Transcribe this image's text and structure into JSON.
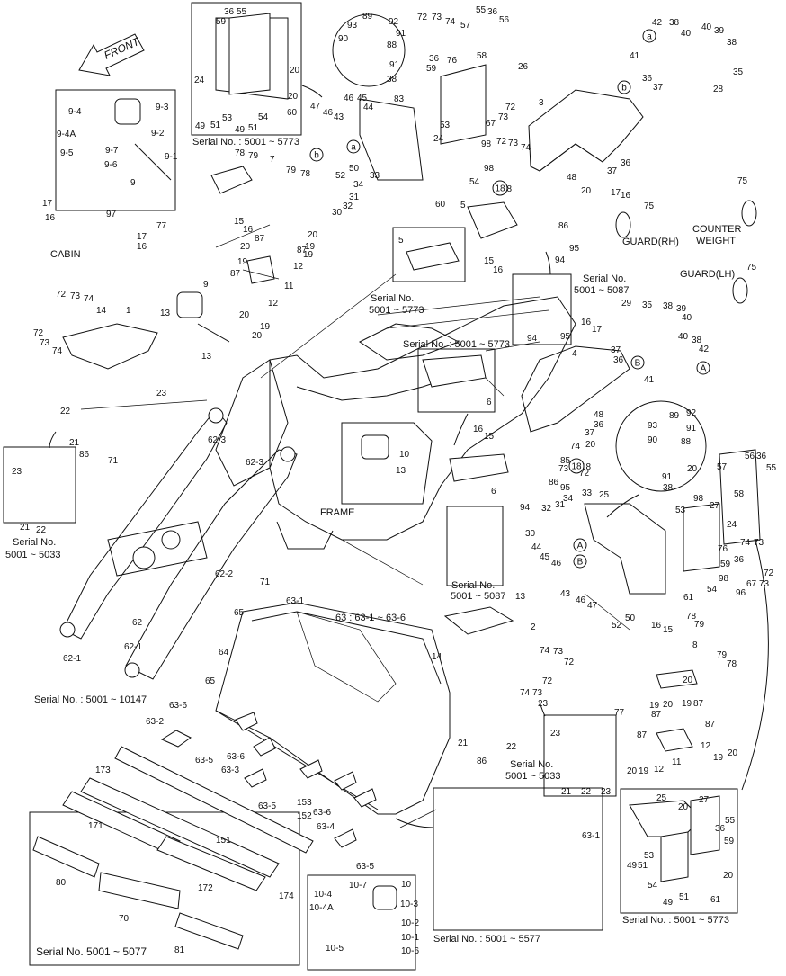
{
  "front_label": "FRONT",
  "captions": {
    "cabin": "CABIN",
    "frame": "FRAME",
    "guard_rh": "GUARD(RH)",
    "guard_lh": "GUARD(LH)",
    "counter": "COUNTER",
    "weight": "WEIGHT",
    "bucket_group": "63 : 63-1 ~ 63-6"
  },
  "serials": {
    "s1": "Serial No. : 5001 ~ 5773",
    "s2a": "Serial No.",
    "s2b": "5001 ~ 5773",
    "s3a": "Serial No.",
    "s3b": "5001 ~ 5087",
    "s4": "Serial No. : 5001 ~ 5773",
    "s5a": "Serial No.",
    "s5b": "5001 ~ 5033",
    "s6": "Serial No. : 5001 ~ 10147",
    "s7a": "Serial No.",
    "s7b": "5001 ~ 5087",
    "s8a": "Serial No.",
    "s8b": "5001 ~ 5033",
    "s9": "Serial No. 5001 ~ 5077",
    "s10": "Serial No. : 5001 ~ 5577",
    "s11": "Serial No. : 5001 ~ 5773"
  },
  "labels": [
    {
      "id": "a1",
      "t": "36"
    },
    {
      "id": "a2",
      "t": "55"
    },
    {
      "id": "a3",
      "t": "59"
    },
    {
      "id": "a4",
      "t": "24"
    },
    {
      "id": "a5",
      "t": "20"
    },
    {
      "id": "a6",
      "t": "20"
    },
    {
      "id": "a7",
      "t": "60"
    },
    {
      "id": "a8",
      "t": "49"
    },
    {
      "id": "a9",
      "t": "51"
    },
    {
      "id": "a10",
      "t": "53"
    },
    {
      "id": "a11",
      "t": "49"
    },
    {
      "id": "a12",
      "t": "51"
    },
    {
      "id": "a13",
      "t": "54"
    },
    {
      "id": "b1",
      "t": "89"
    },
    {
      "id": "b2",
      "t": "92"
    },
    {
      "id": "b3",
      "t": "93"
    },
    {
      "id": "b4",
      "t": "91"
    },
    {
      "id": "b5",
      "t": "90"
    },
    {
      "id": "b6",
      "t": "88"
    },
    {
      "id": "b7",
      "t": "91"
    },
    {
      "id": "b8",
      "t": "38"
    },
    {
      "id": "c1",
      "t": "72"
    },
    {
      "id": "c2",
      "t": "73"
    },
    {
      "id": "c3",
      "t": "74"
    },
    {
      "id": "c4",
      "t": "55"
    },
    {
      "id": "c5",
      "t": "36"
    },
    {
      "id": "c6",
      "t": "56"
    },
    {
      "id": "c7",
      "t": "57"
    },
    {
      "id": "c8",
      "t": "58"
    },
    {
      "id": "c9",
      "t": "36"
    },
    {
      "id": "c10",
      "t": "76"
    },
    {
      "id": "c11",
      "t": "59"
    },
    {
      "id": "c12",
      "t": "26"
    },
    {
      "id": "c13",
      "t": "72"
    },
    {
      "id": "c14",
      "t": "67"
    },
    {
      "id": "c15",
      "t": "73"
    },
    {
      "id": "d1",
      "t": "42"
    },
    {
      "id": "d2",
      "t": "38"
    },
    {
      "id": "d3",
      "t": "40"
    },
    {
      "id": "d4",
      "t": "40"
    },
    {
      "id": "d5",
      "t": "39"
    },
    {
      "id": "d6",
      "t": "38"
    },
    {
      "id": "d7",
      "t": "41"
    },
    {
      "id": "d8",
      "t": "35"
    },
    {
      "id": "d9",
      "t": "36"
    },
    {
      "id": "d10",
      "t": "37"
    },
    {
      "id": "d11",
      "t": "28"
    },
    {
      "id": "e1",
      "t": "9-4"
    },
    {
      "id": "e2",
      "t": "9-3"
    },
    {
      "id": "e3",
      "t": "9-2"
    },
    {
      "id": "e4",
      "t": "9-4A"
    },
    {
      "id": "e5",
      "t": "9-7"
    },
    {
      "id": "e6",
      "t": "9-5"
    },
    {
      "id": "e7",
      "t": "9-6"
    },
    {
      "id": "e8",
      "t": "9-1"
    },
    {
      "id": "e9",
      "t": "9"
    },
    {
      "id": "f1",
      "t": "46"
    },
    {
      "id": "f2",
      "t": "45"
    },
    {
      "id": "f3",
      "t": "44"
    },
    {
      "id": "f4",
      "t": "47"
    },
    {
      "id": "f5",
      "t": "46"
    },
    {
      "id": "f6",
      "t": "43"
    },
    {
      "id": "f7",
      "t": "83"
    },
    {
      "id": "f8",
      "t": "52"
    },
    {
      "id": "f9",
      "t": "50"
    },
    {
      "id": "f10",
      "t": "34"
    },
    {
      "id": "f11",
      "t": "33"
    },
    {
      "id": "f12",
      "t": "31"
    },
    {
      "id": "f13",
      "t": "30"
    },
    {
      "id": "f14",
      "t": "32"
    },
    {
      "id": "g1",
      "t": "53"
    },
    {
      "id": "g2",
      "t": "98"
    },
    {
      "id": "g3",
      "t": "24"
    },
    {
      "id": "g4",
      "t": "72"
    },
    {
      "id": "g5",
      "t": "73"
    },
    {
      "id": "g6",
      "t": "74"
    },
    {
      "id": "g7",
      "t": "98"
    },
    {
      "id": "g8",
      "t": "54"
    },
    {
      "id": "g9",
      "t": "60"
    },
    {
      "id": "g10",
      "t": "18"
    },
    {
      "id": "h1",
      "t": "3"
    },
    {
      "id": "h2",
      "t": "48"
    },
    {
      "id": "h3",
      "t": "37"
    },
    {
      "id": "h4",
      "t": "36"
    },
    {
      "id": "h5",
      "t": "20"
    },
    {
      "id": "h6",
      "t": "17"
    },
    {
      "id": "h7",
      "t": "16"
    },
    {
      "id": "h8",
      "t": "75"
    },
    {
      "id": "h9",
      "t": "75"
    },
    {
      "id": "h10",
      "t": "75"
    },
    {
      "id": "i1",
      "t": "78"
    },
    {
      "id": "i2",
      "t": "79"
    },
    {
      "id": "i3",
      "t": "7"
    },
    {
      "id": "i4",
      "t": "79"
    },
    {
      "id": "i5",
      "t": "78"
    },
    {
      "id": "i6",
      "t": "77"
    },
    {
      "id": "i7",
      "t": "15"
    },
    {
      "id": "i8",
      "t": "16"
    },
    {
      "id": "i9",
      "t": "20"
    },
    {
      "id": "i10",
      "t": "87"
    },
    {
      "id": "i11",
      "t": "20"
    },
    {
      "id": "i12",
      "t": "19"
    },
    {
      "id": "i13",
      "t": "87"
    },
    {
      "id": "i14",
      "t": "19"
    },
    {
      "id": "i15",
      "t": "12"
    },
    {
      "id": "i16",
      "t": "87"
    },
    {
      "id": "i17",
      "t": "11"
    },
    {
      "id": "i18",
      "t": "12"
    },
    {
      "id": "i19",
      "t": "20"
    },
    {
      "id": "i20",
      "t": "19"
    },
    {
      "id": "i21",
      "t": "20"
    },
    {
      "id": "i22",
      "t": "19"
    },
    {
      "id": "j1",
      "t": "17"
    },
    {
      "id": "j2",
      "t": "16"
    },
    {
      "id": "j3",
      "t": "97"
    },
    {
      "id": "j4",
      "t": "17"
    },
    {
      "id": "j5",
      "t": "16"
    },
    {
      "id": "k1",
      "t": "5"
    },
    {
      "id": "k2",
      "t": "5"
    },
    {
      "id": "k3",
      "t": "15"
    },
    {
      "id": "k4",
      "t": "16"
    },
    {
      "id": "k5",
      "t": "86"
    },
    {
      "id": "k6",
      "t": "95"
    },
    {
      "id": "k7",
      "t": "94"
    },
    {
      "id": "l1",
      "t": "72"
    },
    {
      "id": "l2",
      "t": "73"
    },
    {
      "id": "l3",
      "t": "74"
    },
    {
      "id": "l4",
      "t": "14"
    },
    {
      "id": "l5",
      "t": "1"
    },
    {
      "id": "l6",
      "t": "13"
    },
    {
      "id": "l7",
      "t": "72"
    },
    {
      "id": "l8",
      "t": "73"
    },
    {
      "id": "l9",
      "t": "74"
    },
    {
      "id": "l10",
      "t": "9"
    },
    {
      "id": "l11",
      "t": "13"
    },
    {
      "id": "m1",
      "t": "94"
    },
    {
      "id": "m2",
      "t": "95"
    },
    {
      "id": "m3",
      "t": "16"
    },
    {
      "id": "m4",
      "t": "17"
    },
    {
      "id": "m5",
      "t": "29"
    },
    {
      "id": "m6",
      "t": "35"
    },
    {
      "id": "m7",
      "t": "38"
    },
    {
      "id": "m8",
      "t": "39"
    },
    {
      "id": "m9",
      "t": "40"
    },
    {
      "id": "m10",
      "t": "40"
    },
    {
      "id": "m11",
      "t": "38"
    },
    {
      "id": "m12",
      "t": "42"
    },
    {
      "id": "m13",
      "t": "37"
    },
    {
      "id": "m14",
      "t": "36"
    },
    {
      "id": "m15",
      "t": "41"
    },
    {
      "id": "m16",
      "t": "4"
    },
    {
      "id": "n1",
      "t": "23"
    },
    {
      "id": "n2",
      "t": "22"
    },
    {
      "id": "n3",
      "t": "21"
    },
    {
      "id": "n4",
      "t": "86"
    },
    {
      "id": "n5",
      "t": "71"
    },
    {
      "id": "n6",
      "t": "23"
    },
    {
      "id": "n7",
      "t": "21"
    },
    {
      "id": "n8",
      "t": "22"
    },
    {
      "id": "o1",
      "t": "62-3"
    },
    {
      "id": "o2",
      "t": "62-3"
    },
    {
      "id": "o3",
      "t": "6"
    },
    {
      "id": "o4",
      "t": "10"
    },
    {
      "id": "o5",
      "t": "13"
    },
    {
      "id": "o6",
      "t": "16"
    },
    {
      "id": "o7",
      "t": "15"
    },
    {
      "id": "o8",
      "t": "48"
    },
    {
      "id": "o9",
      "t": "36"
    },
    {
      "id": "o10",
      "t": "37"
    },
    {
      "id": "o11",
      "t": "74"
    },
    {
      "id": "o12",
      "t": "20"
    },
    {
      "id": "o13",
      "t": "72"
    },
    {
      "id": "o14",
      "t": "73"
    },
    {
      "id": "o15",
      "t": "18"
    },
    {
      "id": "o16",
      "t": "85"
    },
    {
      "id": "o17",
      "t": "86"
    },
    {
      "id": "o18",
      "t": "95"
    },
    {
      "id": "o19",
      "t": "6"
    },
    {
      "id": "o20",
      "t": "94"
    },
    {
      "id": "p1",
      "t": "89"
    },
    {
      "id": "p2",
      "t": "92"
    },
    {
      "id": "p3",
      "t": "93"
    },
    {
      "id": "p4",
      "t": "91"
    },
    {
      "id": "p5",
      "t": "90"
    },
    {
      "id": "p6",
      "t": "88"
    },
    {
      "id": "p7",
      "t": "91"
    },
    {
      "id": "p8",
      "t": "20"
    },
    {
      "id": "p9",
      "t": "38"
    },
    {
      "id": "q1",
      "t": "56"
    },
    {
      "id": "q2",
      "t": "36"
    },
    {
      "id": "q3",
      "t": "55"
    },
    {
      "id": "q4",
      "t": "57"
    },
    {
      "id": "q5",
      "t": "58"
    },
    {
      "id": "q6",
      "t": "98"
    },
    {
      "id": "q7",
      "t": "27"
    },
    {
      "id": "q8",
      "t": "53"
    },
    {
      "id": "q9",
      "t": "24"
    },
    {
      "id": "q10",
      "t": "74"
    },
    {
      "id": "q11",
      "t": "73"
    },
    {
      "id": "q12",
      "t": "76"
    },
    {
      "id": "q13",
      "t": "72"
    },
    {
      "id": "q14",
      "t": "36"
    },
    {
      "id": "q15",
      "t": "59"
    },
    {
      "id": "q16",
      "t": "98"
    },
    {
      "id": "q17",
      "t": "96"
    },
    {
      "id": "q18",
      "t": "67"
    },
    {
      "id": "q19",
      "t": "73"
    },
    {
      "id": "q20",
      "t": "54"
    },
    {
      "id": "q21",
      "t": "61"
    },
    {
      "id": "r1",
      "t": "25"
    },
    {
      "id": "r2",
      "t": "33"
    },
    {
      "id": "r3",
      "t": "34"
    },
    {
      "id": "r4",
      "t": "31"
    },
    {
      "id": "r5",
      "t": "32"
    },
    {
      "id": "r6",
      "t": "30"
    },
    {
      "id": "r7",
      "t": "44"
    },
    {
      "id": "r8",
      "t": "45"
    },
    {
      "id": "r9",
      "t": "46"
    },
    {
      "id": "r10",
      "t": "43"
    },
    {
      "id": "r11",
      "t": "46"
    },
    {
      "id": "r12",
      "t": "47"
    },
    {
      "id": "r13",
      "t": "52"
    },
    {
      "id": "r14",
      "t": "50"
    },
    {
      "id": "s1",
      "t": "71"
    },
    {
      "id": "s2",
      "t": "62-2"
    },
    {
      "id": "s3",
      "t": "65"
    },
    {
      "id": "s4",
      "t": "62"
    },
    {
      "id": "s5",
      "t": "64"
    },
    {
      "id": "s6",
      "t": "62-1"
    },
    {
      "id": "s7",
      "t": "62-1"
    },
    {
      "id": "s8",
      "t": "65"
    },
    {
      "id": "t1",
      "t": "63-1"
    },
    {
      "id": "t2",
      "t": "63-6"
    },
    {
      "id": "t3",
      "t": "63-2"
    },
    {
      "id": "t4",
      "t": "63-5"
    },
    {
      "id": "t5",
      "t": "63-6"
    },
    {
      "id": "t6",
      "t": "63-3"
    },
    {
      "id": "t7",
      "t": "63-5"
    },
    {
      "id": "t8",
      "t": "153"
    },
    {
      "id": "t9",
      "t": "152"
    },
    {
      "id": "t10",
      "t": "63-6"
    },
    {
      "id": "t11",
      "t": "63-4"
    },
    {
      "id": "t12",
      "t": "63-5"
    },
    {
      "id": "u1",
      "t": "13"
    },
    {
      "id": "u2",
      "t": "2"
    },
    {
      "id": "u3",
      "t": "14"
    },
    {
      "id": "u4",
      "t": "74"
    },
    {
      "id": "u5",
      "t": "73"
    },
    {
      "id": "u6",
      "t": "72"
    },
    {
      "id": "u7",
      "t": "72"
    },
    {
      "id": "u8",
      "t": "74"
    },
    {
      "id": "u9",
      "t": "73"
    },
    {
      "id": "u10",
      "t": "23"
    },
    {
      "id": "u11",
      "t": "21"
    },
    {
      "id": "u12",
      "t": "22"
    },
    {
      "id": "u13",
      "t": "86"
    },
    {
      "id": "u14",
      "t": "94"
    },
    {
      "id": "u15",
      "t": "95"
    },
    {
      "id": "v1",
      "t": "16"
    },
    {
      "id": "v2",
      "t": "15"
    },
    {
      "id": "v3",
      "t": "78"
    },
    {
      "id": "v4",
      "t": "79"
    },
    {
      "id": "v5",
      "t": "8"
    },
    {
      "id": "v6",
      "t": "79"
    },
    {
      "id": "v7",
      "t": "78"
    },
    {
      "id": "v8",
      "t": "77"
    },
    {
      "id": "v9",
      "t": "20"
    },
    {
      "id": "v10",
      "t": "19"
    },
    {
      "id": "v11",
      "t": "87"
    },
    {
      "id": "v12",
      "t": "87"
    },
    {
      "id": "v13",
      "t": "19"
    },
    {
      "id": "v14",
      "t": "87"
    },
    {
      "id": "v15",
      "t": "87"
    },
    {
      "id": "v16",
      "t": "12"
    },
    {
      "id": "v17",
      "t": "20"
    },
    {
      "id": "v18",
      "t": "19"
    },
    {
      "id": "v19",
      "t": "12"
    },
    {
      "id": "v20",
      "t": "11"
    },
    {
      "id": "v21",
      "t": "20"
    },
    {
      "id": "v22",
      "t": "19"
    },
    {
      "id": "v23",
      "t": "20"
    },
    {
      "id": "w1",
      "t": "23"
    },
    {
      "id": "w2",
      "t": "21"
    },
    {
      "id": "w3",
      "t": "22"
    },
    {
      "id": "w4",
      "t": "23"
    },
    {
      "id": "x1",
      "t": "173"
    },
    {
      "id": "x2",
      "t": "171"
    },
    {
      "id": "x3",
      "t": "151"
    },
    {
      "id": "x4",
      "t": "172"
    },
    {
      "id": "x5",
      "t": "174"
    },
    {
      "id": "x6",
      "t": "80"
    },
    {
      "id": "x7",
      "t": "70"
    },
    {
      "id": "x8",
      "t": "81"
    },
    {
      "id": "y1",
      "t": "10"
    },
    {
      "id": "y2",
      "t": "10-4"
    },
    {
      "id": "y3",
      "t": "10-7"
    },
    {
      "id": "y4",
      "t": "10-3"
    },
    {
      "id": "y5",
      "t": "10-4A"
    },
    {
      "id": "y6",
      "t": "10-2"
    },
    {
      "id": "y7",
      "t": "10-1"
    },
    {
      "id": "y8",
      "t": "10-5"
    },
    {
      "id": "y9",
      "t": "10-6"
    },
    {
      "id": "z1",
      "t": "63-1"
    },
    {
      "id": "zz1",
      "t": "25"
    },
    {
      "id": "zz2",
      "t": "20"
    },
    {
      "id": "zz3",
      "t": "27"
    },
    {
      "id": "zz4",
      "t": "55"
    },
    {
      "id": "zz5",
      "t": "36"
    },
    {
      "id": "zz6",
      "t": "59"
    },
    {
      "id": "zz7",
      "t": "49"
    },
    {
      "id": "zz8",
      "t": "51"
    },
    {
      "id": "zz9",
      "t": "53"
    },
    {
      "id": "zz10",
      "t": "20"
    },
    {
      "id": "zz11",
      "t": "54"
    },
    {
      "id": "zz12",
      "t": "49"
    },
    {
      "id": "zz13",
      "t": "51"
    },
    {
      "id": "zz14",
      "t": "61"
    }
  ],
  "circled": [
    {
      "id": "ca1",
      "t": "a"
    },
    {
      "id": "cb1",
      "t": "b"
    },
    {
      "id": "cb2",
      "t": "b"
    },
    {
      "id": "ca2",
      "t": "a"
    },
    {
      "id": "cA1",
      "t": "A"
    },
    {
      "id": "cB1",
      "t": "B"
    },
    {
      "id": "cA2",
      "t": "A"
    },
    {
      "id": "cB2",
      "t": "B"
    },
    {
      "id": "c18a",
      "t": "18"
    },
    {
      "id": "c18b",
      "t": "18"
    }
  ]
}
